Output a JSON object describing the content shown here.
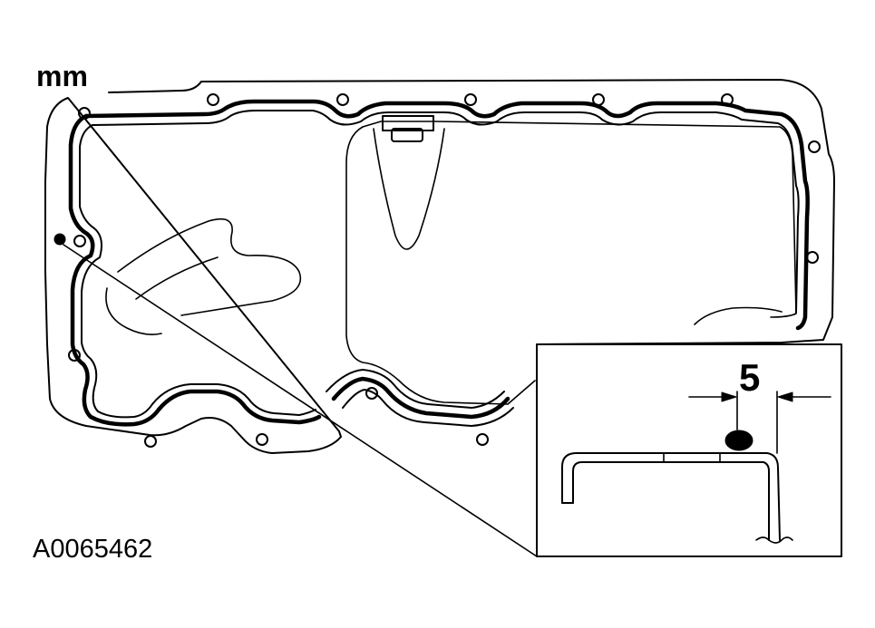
{
  "diagram": {
    "unit": "mm",
    "figure_id": "A0065462",
    "detail_dimension": "5"
  },
  "colors": {
    "ink": "#000000",
    "paper": "#ffffff"
  }
}
